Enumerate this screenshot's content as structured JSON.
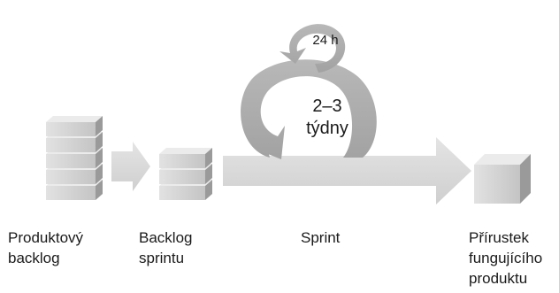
{
  "loop_small": "24 h",
  "loop_large": [
    "2–3",
    "týdny"
  ],
  "labels": {
    "product_backlog": [
      "Produktový",
      "backlog"
    ],
    "sprint_backlog": [
      "Backlog",
      "sprintu"
    ],
    "sprint": [
      "Sprint"
    ],
    "increment": [
      "Přírustek",
      "fungujícího",
      "produktu"
    ]
  },
  "colors": {
    "box_front": "#d0d0d0",
    "box_top": "#ebebeb",
    "box_side": "#9a9a9a",
    "arrow_fill": "#d6d6d6",
    "loop_fill": "#a8a8a8",
    "loop_edge": "#bdbdbd",
    "text": "#1a1a1a"
  }
}
